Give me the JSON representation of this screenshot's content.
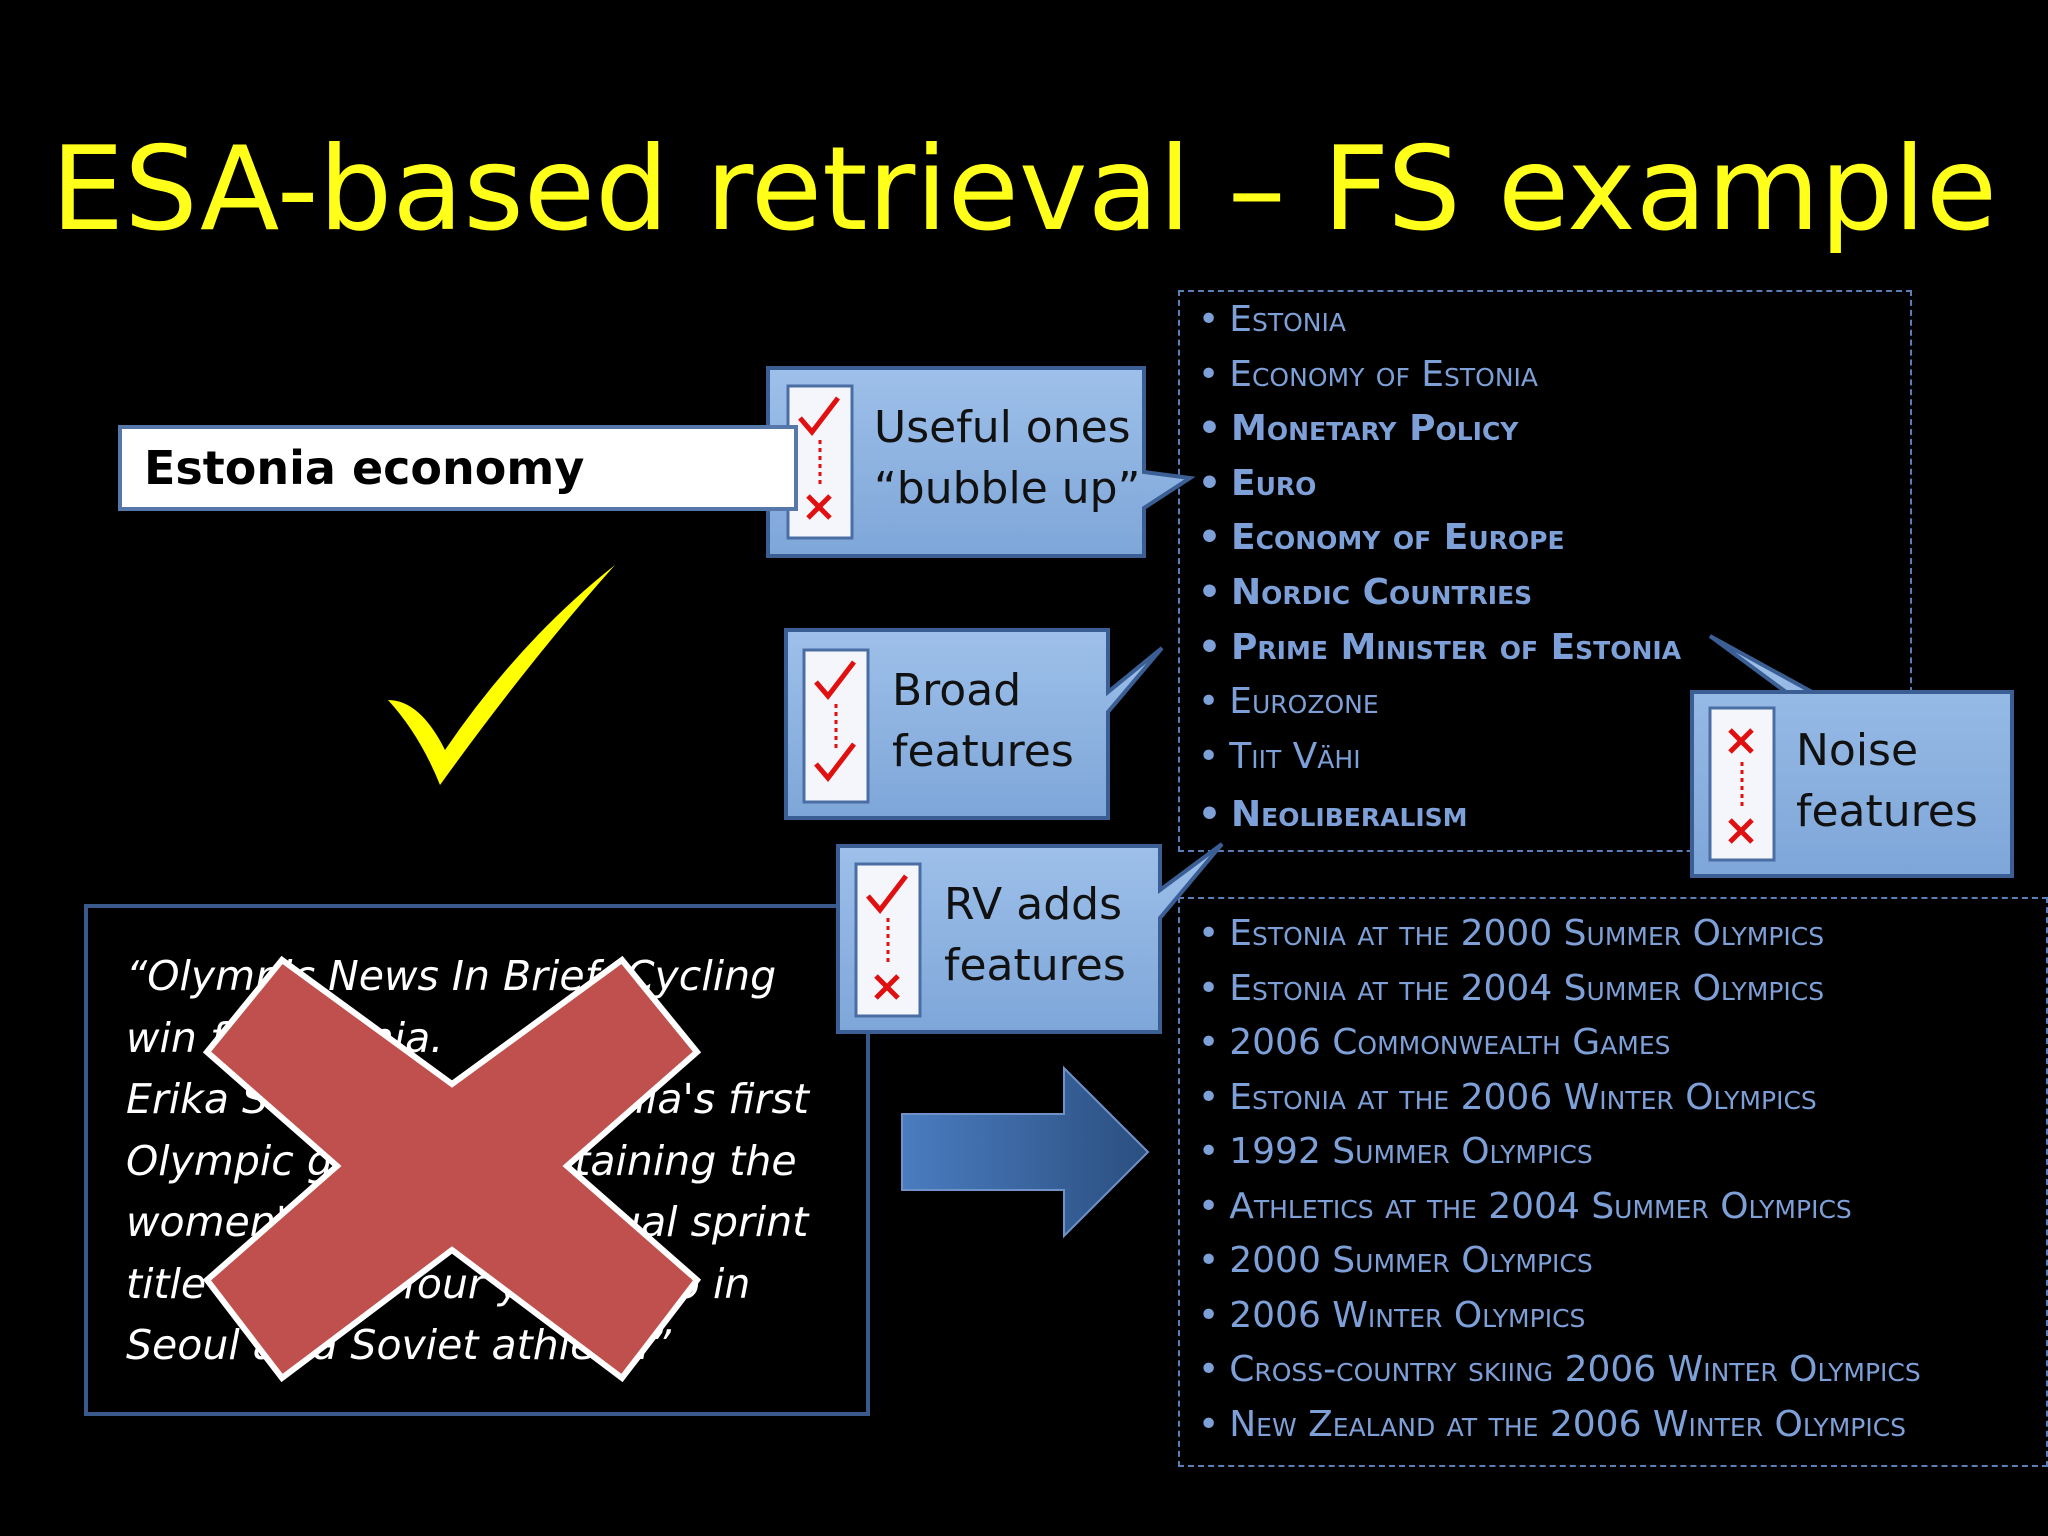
{
  "title": "ESA-based retrieval – FS example",
  "query": "Estonia economy",
  "callouts": {
    "useful": [
      "Useful ones",
      "“bubble up”"
    ],
    "broad": [
      "Broad",
      "features"
    ],
    "rv": [
      "RV adds",
      "features"
    ],
    "noise": [
      "Noise",
      "features"
    ]
  },
  "top_features": [
    {
      "text": "Estonia",
      "bold": false
    },
    {
      "text": "Economy of Estonia",
      "bold": false
    },
    {
      "text": "Monetary Policy",
      "bold": true
    },
    {
      "text": "Euro",
      "bold": true
    },
    {
      "text": "Economy of Europe",
      "bold": true
    },
    {
      "text": "Nordic Countries",
      "bold": true
    },
    {
      "text": "Prime Minister of Estonia",
      "bold": true
    },
    {
      "text": "Eurozone",
      "bold": false
    },
    {
      "text": "Tiit Vähi",
      "bold": false
    },
    {
      "text": "Neoliberalism",
      "bold": true
    }
  ],
  "bottom_features": [
    "Estonia at the 2000 Summer Olympics",
    "Estonia at the 2004 Summer Olympics",
    "2006 Commonwealth Games",
    "Estonia at the 2006 Winter Olympics",
    "1992 Summer Olympics",
    "Athletics at the 2004 Summer Olympics",
    "2000 Summer Olympics",
    "2006 Winter Olympics",
    "Cross-country skiing 2006 Winter Olympics",
    "New Zealand at the 2006 Winter Olympics"
  ],
  "document": "“Olympic News In Brief: Cycling\nwin for Estonia.\nErika Salumae won Estonia's first\nOlympic gold when retaining the\nwomen's cycling individual sprint\ntitle she won four years ago in\nSeoul as a Soviet athlete.”",
  "colors": {
    "title": "#ffff1a",
    "feature_text": "#7ea0d8",
    "callout_fill": "#8eb3e0",
    "red_x": "#c0504d",
    "checkmark": "#ffff00"
  }
}
